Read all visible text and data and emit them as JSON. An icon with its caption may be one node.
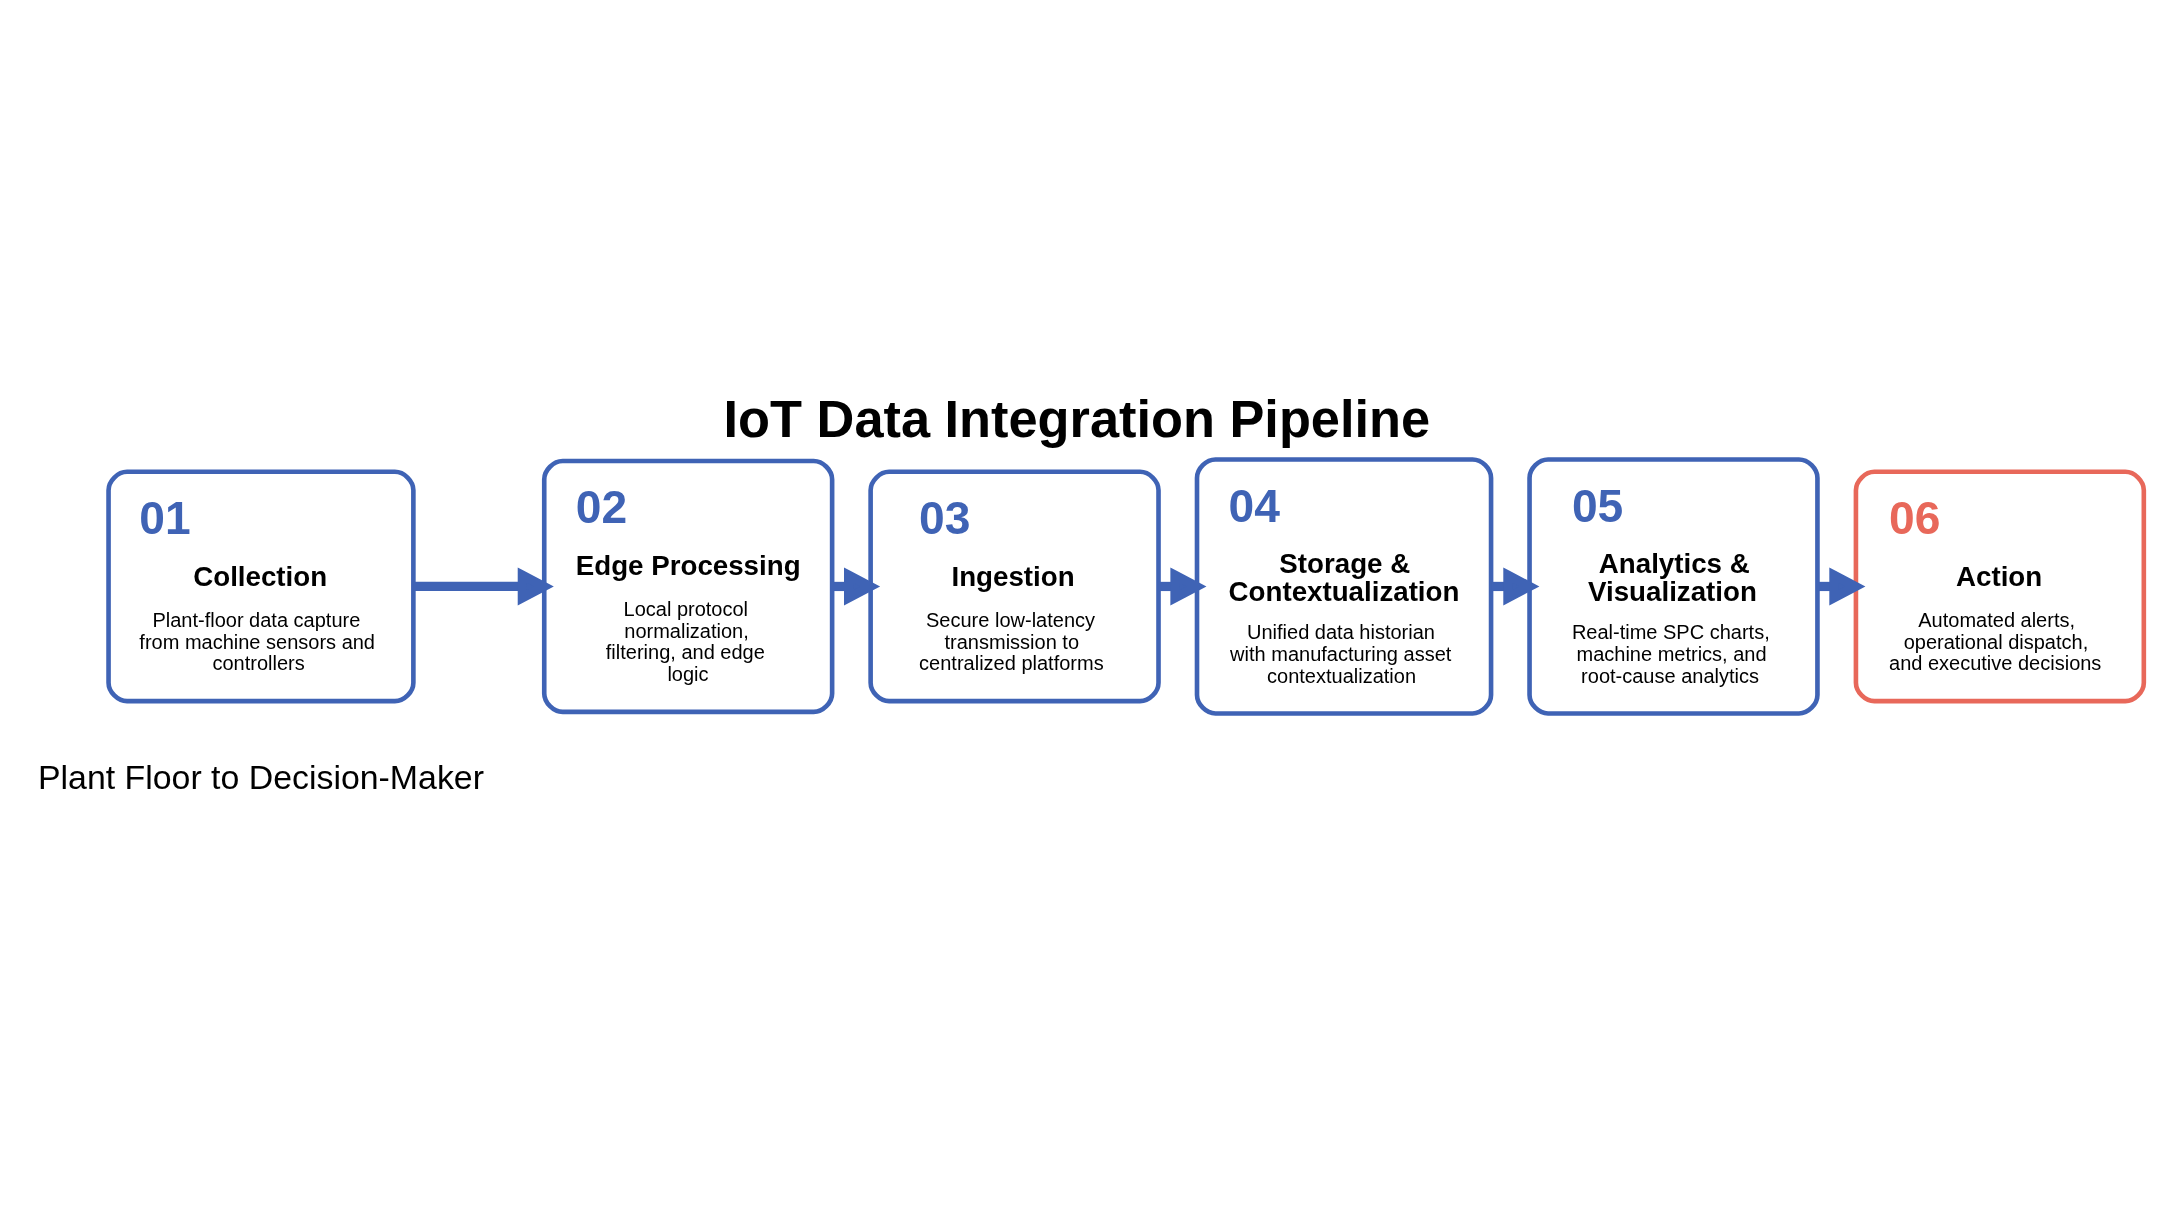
{
  "diagram": {
    "title": "IoT Data Integration Pipeline",
    "nodes": [
      {
        "text": [
          "01",
          "Collection",
          "Plant-floor data capture from machine sensors and controllers"
        ]
      },
      {
        "text": [
          "02",
          "Edge Processing",
          "Local protocol normalization, filtering, and edge logic"
        ]
      },
      {
        "text": [
          "03",
          "Ingestion",
          "Secure low-latency transmission to centralized platforms"
        ]
      },
      {
        "text": [
          "04",
          "Storage & Contextualization",
          "Unified data historian with manufacturing asset contextualization"
        ]
      },
      {
        "text": [
          "05",
          "Analytics & Visualization",
          "Real-time SPC charts, machine metrics, and root-cause analytics"
        ]
      },
      {
        "text": [
          "06",
          "Action",
          "Automated alerts, operational dispatch, and executive decisions"
        ]
      }
    ],
    "edges": [
      {
        "from": 0,
        "to": 1,
        "arrow": "to"
      },
      {
        "from": 1,
        "to": 2,
        "arrow": "to"
      },
      {
        "from": 2,
        "to": 3,
        "arrow": "to"
      },
      {
        "from": 3,
        "to": 4,
        "arrow": "to"
      },
      {
        "from": 4,
        "to": 5,
        "arrow": "to"
      }
    ],
    "labels": [
      "Plant Floor to Decision-Maker"
    ]
  }
}
